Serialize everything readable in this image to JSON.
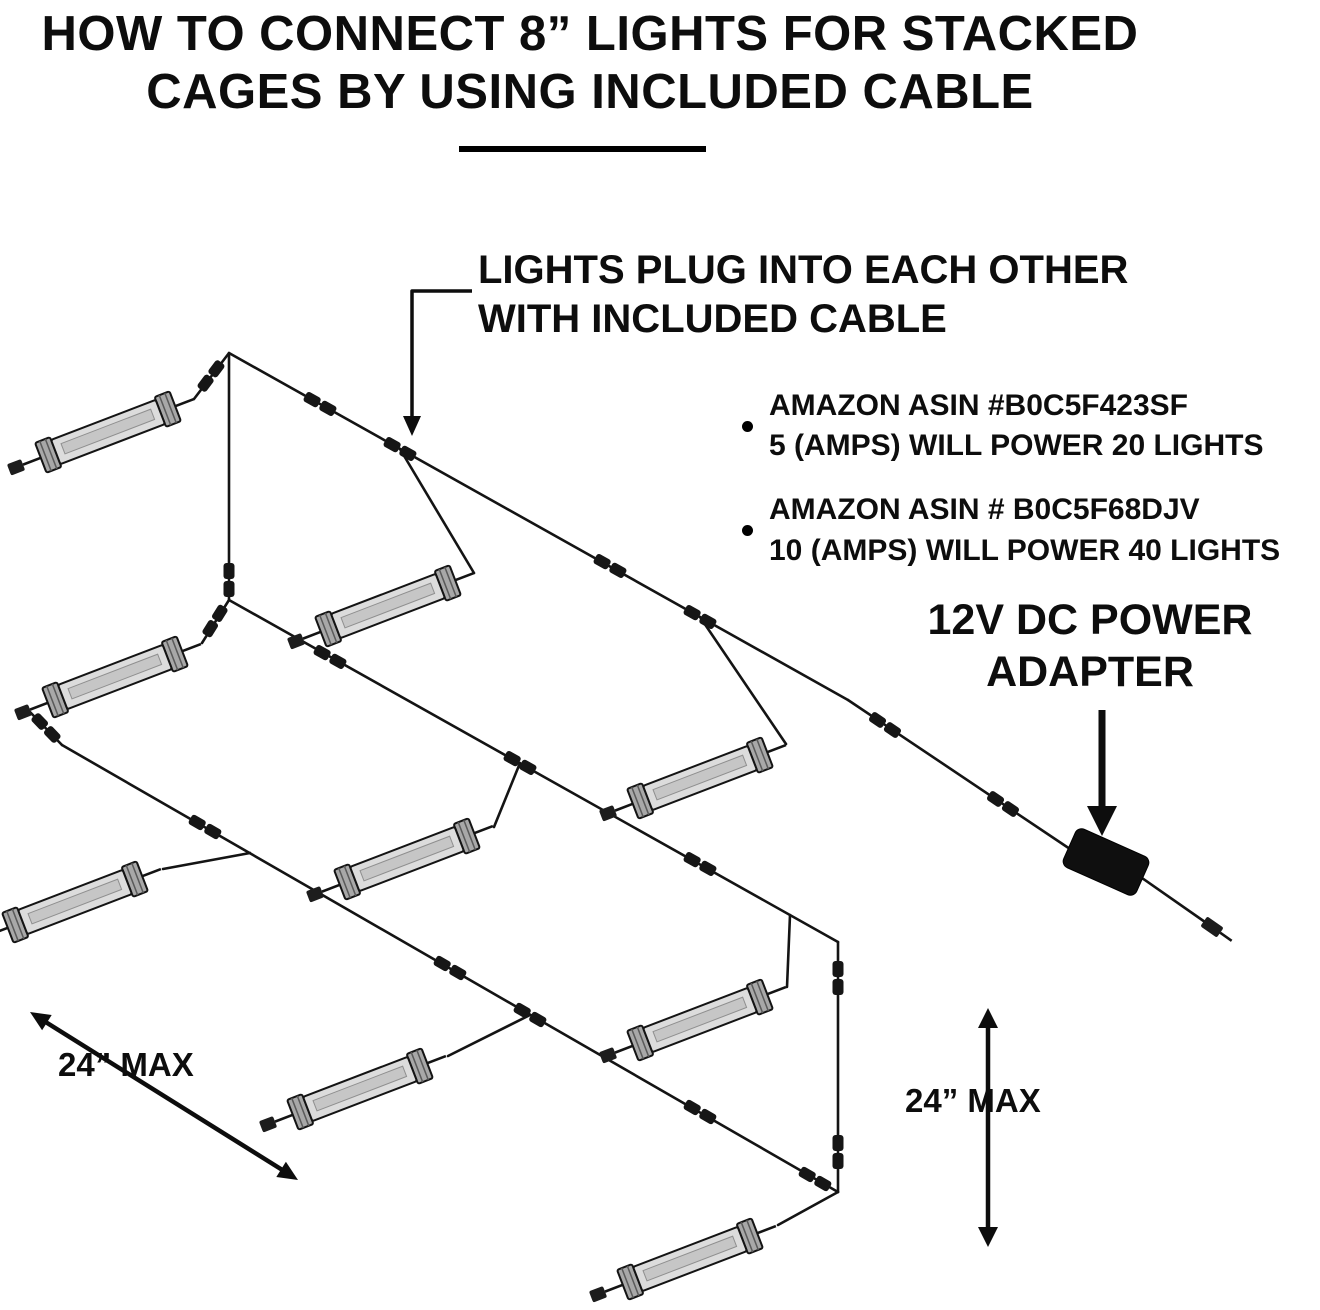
{
  "title": "HOW TO CONNECT 8” LIGHTS FOR STACKED\nCAGES BY USING INCLUDED CABLE",
  "callout": {
    "text": "LIGHTS PLUG INTO EACH OTHER\nWITH INCLUDED CABLE"
  },
  "notes": [
    {
      "text": "AMAZON ASIN #B0C5F423SF\n5 (AMPS) WILL POWER 20 LIGHTS"
    },
    {
      "text": "AMAZON ASIN # B0C5F68DJV\n10 (AMPS) WILL POWER 40 LIGHTS"
    }
  ],
  "adapter": {
    "label": "12V DC POWER\nADAPTER"
  },
  "measurements": {
    "left": "24” MAX",
    "right": "24” MAX"
  },
  "diagram": {
    "light_count": 9,
    "icons": {
      "light": "led-light-bar-icon",
      "coupler": "cable-coupler-icon",
      "adapter": "power-adapter-brick-icon",
      "plug": "cable-plug-icon",
      "arrow": "arrow-icon"
    },
    "colors": {
      "background": "#ffffff",
      "text": "#0d0d0d",
      "cable": "#141414",
      "light_body": "#dcdcdc",
      "light_cap": "#a8a8a8",
      "adapter_body": "#0f0f0f"
    }
  }
}
